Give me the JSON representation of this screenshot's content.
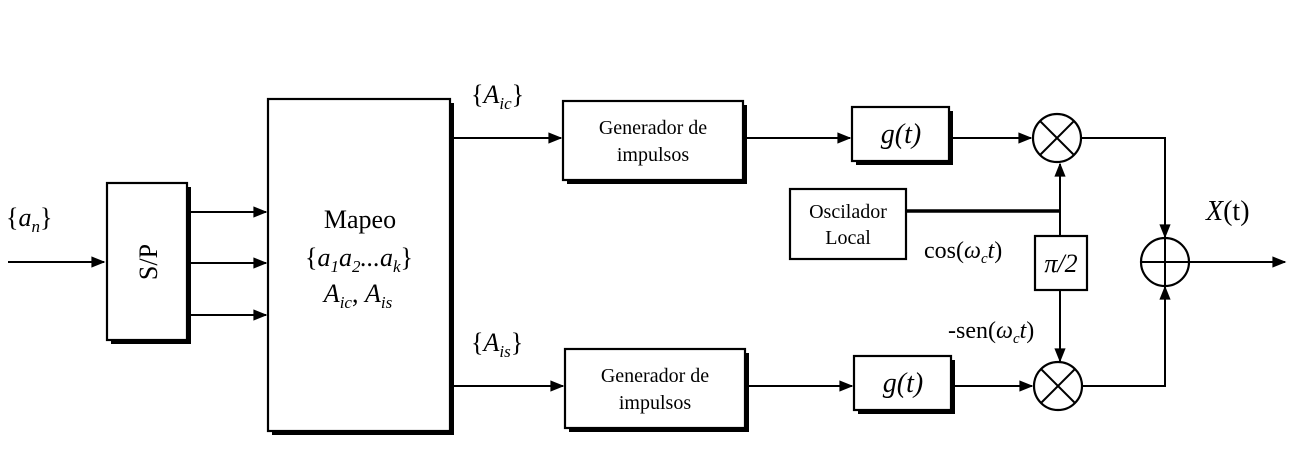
{
  "input_label": {
    "open": "{",
    "var": "a",
    "sub": "n",
    "close": "}"
  },
  "sp_block": {
    "label": "S/P"
  },
  "mapeo_block": {
    "title": "Mapeo",
    "seq_open": "{",
    "seq_a1": "a",
    "seq_s1": "1",
    "seq_a2": "a",
    "seq_s2": "2",
    "seq_dots": "...",
    "seq_ak": "a",
    "seq_sk": "k",
    "seq_close": "}",
    "out_a1": "A",
    "out_s1": "ic",
    "comma": ",",
    "out_a2": "A",
    "out_s2": "is"
  },
  "top_branch_label": {
    "open": "{",
    "var": "A",
    "sub": "ic",
    "close": "}"
  },
  "bottom_branch_label": {
    "open": "{",
    "var": "A",
    "sub": "is",
    "close": "}"
  },
  "pulse_gen_top": {
    "line1": "Generador de",
    "line2": "impulsos"
  },
  "pulse_gen_bottom": {
    "line1": "Generador de",
    "line2": "impulsos"
  },
  "filter_top": {
    "label": "g(t)"
  },
  "filter_bottom": {
    "label": "g(t)"
  },
  "oscillator": {
    "line1": "Oscilador",
    "line2": "Local"
  },
  "cos_label": {
    "pre": "cos(",
    "omega": "ω",
    "sub": "c",
    "t": "t",
    "post": ")"
  },
  "phase_shift": {
    "label": "π/2"
  },
  "sin_label": {
    "pre": "-sen(",
    "omega": "ω",
    "sub": "c",
    "t": "t",
    "post": ")"
  },
  "output_label": {
    "var": "X",
    "args": "(t)"
  }
}
